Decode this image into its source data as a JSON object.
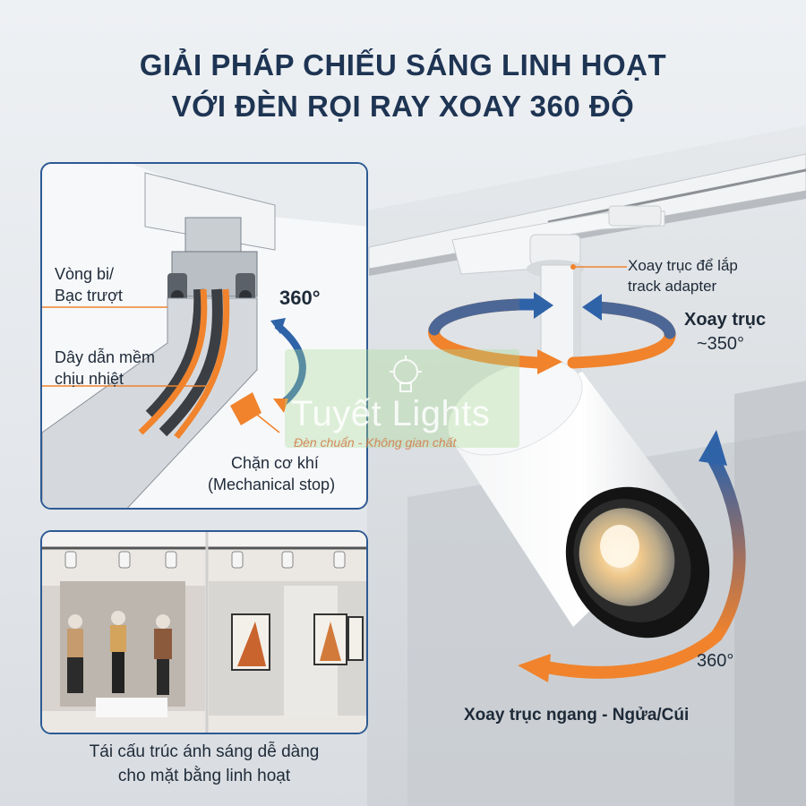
{
  "title": {
    "line1": "GIẢI PHÁP CHIẾU SÁNG LINH HOẠT",
    "line2": "VỚI ĐÈN RỌI RAY XOAY 360 ĐỘ"
  },
  "detail_panel": {
    "label_bearing_1": "Vòng bi/",
    "label_bearing_2": "Bạc trượt",
    "label_wire_1": "Dây dẫn mềm",
    "label_wire_2": "chịu nhiệt",
    "label_rotation": "360°",
    "label_stop_1": "Chặn cơ khí",
    "label_stop_2": "(Mechanical stop)"
  },
  "watermark": {
    "brand": "Tuyết Lights",
    "tagline": "Đèn chuẩn - Không gian chất"
  },
  "main_product": {
    "label_adapter_1": "Xoay trục để lắp",
    "label_adapter_2": "track adapter",
    "label_axis_1": "Xoay trục",
    "label_axis_2": "~350°",
    "label_tilt_degree": "360°",
    "label_tilt": "Xoay trục ngang - Ngửa/Cúi"
  },
  "caption": {
    "line1": "Tái cấu trúc ánh sáng dễ dàng",
    "line2": "cho mặt bằng linh hoạt"
  },
  "colors": {
    "title": "#1e3453",
    "panel_border": "#2d5a93",
    "arrow_blue": "#2f63a8",
    "arrow_orange": "#f0832c"
  }
}
